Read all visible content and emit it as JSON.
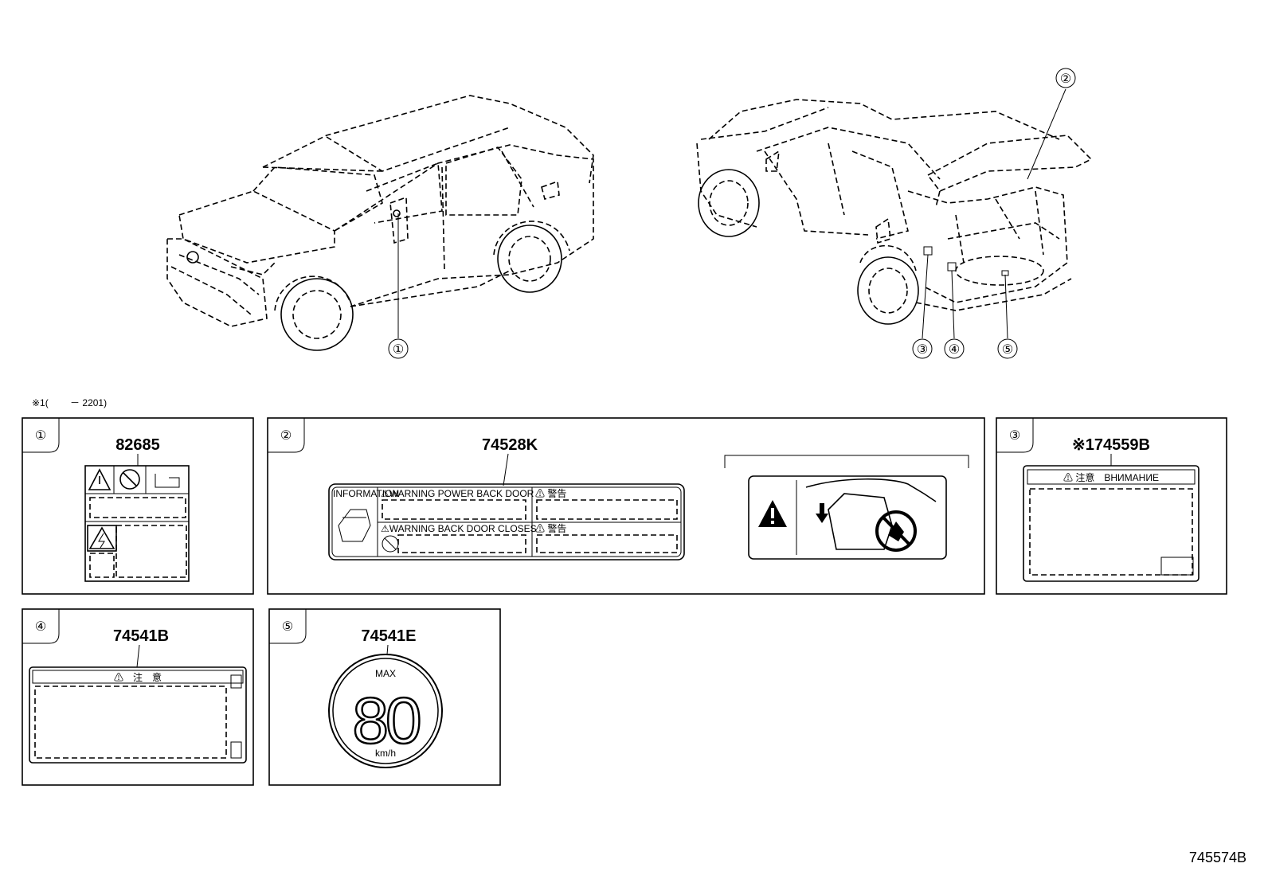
{
  "note": "※1(　　 － 2201)",
  "drawing_number": "745574B",
  "callouts": [
    "①",
    "②",
    "③",
    "④",
    "⑤"
  ],
  "panels": [
    {
      "callout": "①",
      "part_number": "82685"
    },
    {
      "callout": "②",
      "part_number": "74528K",
      "label_texts": [
        "INFORMATION",
        "⚠WARNING POWER BACK DOOR",
        "⚠ 警告",
        "⚠WARNING BACK DOOR CLOSES",
        "⚠ 警告"
      ]
    },
    {
      "callout": "③",
      "part_number": "※174559B",
      "header": "⚠ 注意　ВНИМАНИЕ"
    },
    {
      "callout": "④",
      "part_number": "74541B",
      "header": "⚠　注　意"
    },
    {
      "callout": "⑤",
      "part_number": "74541E",
      "max_label": "MAX",
      "speed": "80",
      "unit": "km/h"
    }
  ],
  "icons": [
    "warning-triangle-icon",
    "no-touch-icon",
    "electric-shock-icon",
    "arrow-down-icon",
    "no-hand-icon"
  ]
}
